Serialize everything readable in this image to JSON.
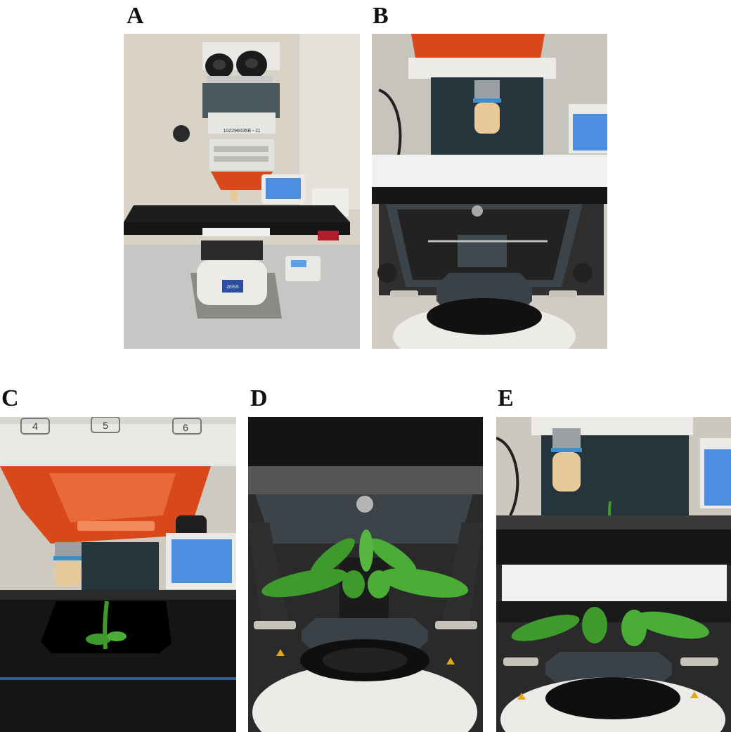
{
  "figure": {
    "panels": [
      {
        "label": "A"
      },
      {
        "label": "B"
      },
      {
        "label": "C"
      },
      {
        "label": "D"
      },
      {
        "label": "E"
      }
    ]
  },
  "photo_text": {
    "a_serial": "102296035B - 11",
    "a_brand": "ZEISS",
    "c_numbers": [
      "4",
      "5",
      "6"
    ]
  },
  "colors": {
    "filter_orange": "#d9481a",
    "leaf_green": "#3f9a2c",
    "stage_black": "#161616",
    "microscope_white": "#ecebe7",
    "screen_blue": "#4c8fe0",
    "objective_tan": "#e8c99a",
    "objective_band_blue": "#3a8fd1"
  }
}
